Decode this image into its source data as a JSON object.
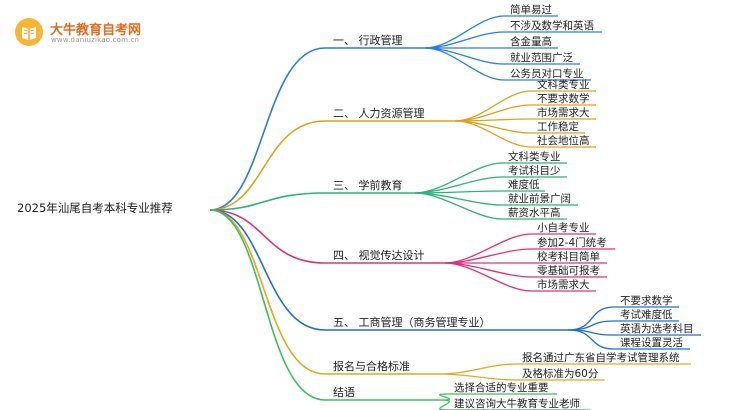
{
  "logo": {
    "name": "大牛教育自考网",
    "url": "www.daniuzikao.com.cn"
  },
  "mindmap": {
    "root": "2025年汕尾自考本科专业推荐",
    "branches": [
      {
        "label": "一、 行政管理",
        "color": "#2a7de1",
        "children": [
          "简单易过",
          "不涉及数学和英语",
          "含金量高",
          "就业范围广泛",
          "公务员对口专业"
        ]
      },
      {
        "label": "二、 人力资源管理",
        "color": "#e0a21b",
        "children": [
          "文科类专业",
          "不要求数学",
          "市场需求大",
          "工作稳定",
          "社会地位高"
        ]
      },
      {
        "label": "三、 学前教育",
        "color": "#2bb37a",
        "children": [
          "文科类专业",
          "考试科目少",
          "难度低",
          "就业前景广阔",
          "薪资水平高"
        ]
      },
      {
        "label": "四、 视觉传达设计",
        "color": "#e0307a",
        "children": [
          "小自考专业",
          "参加2-4门统考",
          "校考科目简单",
          "零基础可报考",
          "市场需求大"
        ]
      },
      {
        "label": "五、 工商管理（商务管理专业）",
        "color": "#1f6fd6",
        "children": [
          "不要求数学",
          "考试难度低",
          "英语为选考科目",
          "课程设置灵活"
        ]
      },
      {
        "label": "报名与合格标准",
        "color": "#e3a81e",
        "children": [
          "报名通过广东省自学考试管理系统",
          "及格标准为60分"
        ]
      },
      {
        "label": "结语",
        "color": "#3fbf5a",
        "children": [
          "选择合适的专业重要",
          "建议咨询大牛教育专业老师"
        ]
      }
    ]
  }
}
